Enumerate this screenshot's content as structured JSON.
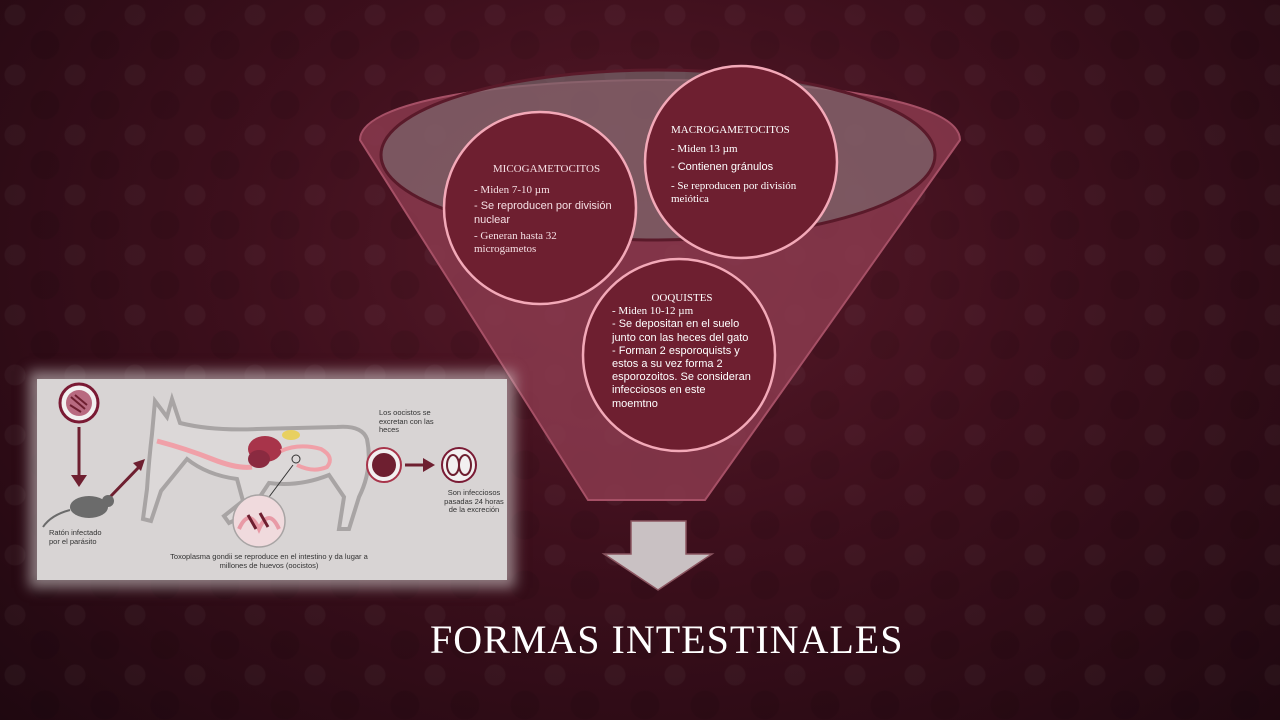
{
  "title": "FORMAS INTESTINALES",
  "colors": {
    "background": "#3d0f1c",
    "funnel": "#8a3a4e",
    "circle_fill": "#6e1f30",
    "circle_stroke": "#f3a9b8",
    "arrow": "#c9c1c3"
  },
  "micro": {
    "title": "MICOGAMETOCITOS",
    "lines": [
      "- Miden 7-10 µm",
      "- Se reproducen por división nuclear",
      "- Generan hasta 32 microgametos"
    ]
  },
  "macro": {
    "title": "MACROGAMETOCITOS",
    "lines": [
      "- Miden  13 µm",
      "- Contienen gránulos",
      "- Se reproducen por división meiótica"
    ]
  },
  "oo": {
    "title": "OOQUISTES",
    "lines": [
      "- Miden 10-12 µm",
      "- Se depositan en el suelo junto con las heces del gato",
      "- Forman 2 esporoquists y estos a su vez forma 2 esporozoitos. Se consideran infecciosos en este moemtno"
    ]
  },
  "lifecycle": {
    "oocysts_label": "Los oocistos se excretan con las heces",
    "infectious_label": "Son infecciosos pasadas 24 horas de la excreción",
    "mouse_label": "Ratón infectado por el parásito",
    "caption_italic": "Toxoplasma gondii",
    "caption_rest": " se reproduce en el intestino y da lugar a millones de huevos (oocistos)"
  }
}
